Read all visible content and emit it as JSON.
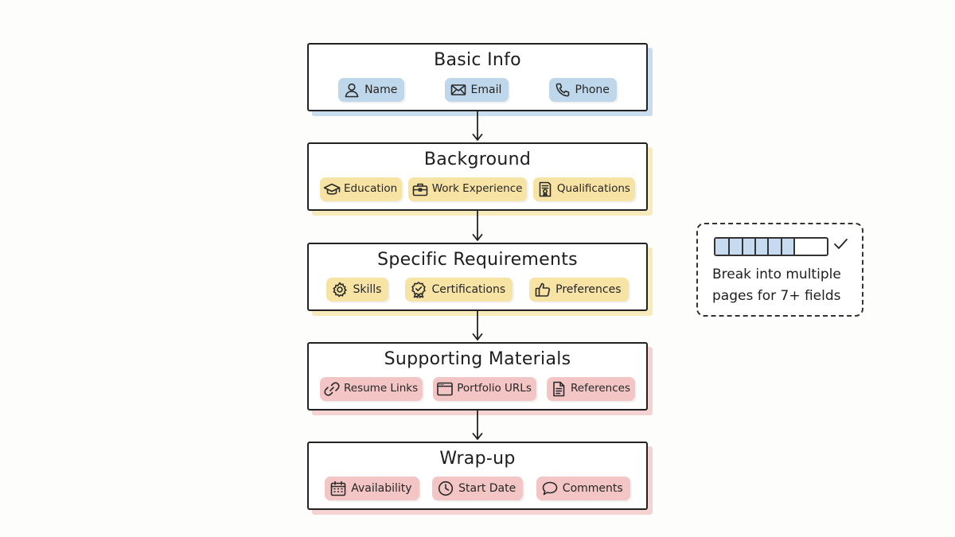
{
  "colors": {
    "blue_chip": "#bfd7ea",
    "blue_shadow": "#c9ddee",
    "yellow_chip": "#f7e3a4",
    "yellow_shadow": "#f8ebbb",
    "red_chip": "#f3c6c5",
    "red_shadow": "#f5d3d2",
    "outline": "#222222"
  },
  "sections": [
    {
      "title": "Basic Info",
      "color": "blue",
      "chips": [
        {
          "label": "Name",
          "icon": "user-icon"
        },
        {
          "label": "Email",
          "icon": "envelope-icon"
        },
        {
          "label": "Phone",
          "icon": "phone-icon"
        }
      ]
    },
    {
      "title": "Background",
      "color": "yellow",
      "chips": [
        {
          "label": "Education",
          "icon": "graduation-cap-icon"
        },
        {
          "label": "Work Experience",
          "icon": "briefcase-icon"
        },
        {
          "label": "Qualifications",
          "icon": "certificate-icon"
        }
      ]
    },
    {
      "title": "Specific Requirements",
      "color": "yellow",
      "chips": [
        {
          "label": "Skills",
          "icon": "gear-icon"
        },
        {
          "label": "Certifications",
          "icon": "badge-icon"
        },
        {
          "label": "Preferences",
          "icon": "thumbs-up-icon"
        }
      ]
    },
    {
      "title": "Supporting Materials",
      "color": "red",
      "chips": [
        {
          "label": "Resume Links",
          "icon": "link-icon"
        },
        {
          "label": "Portfolio URLs",
          "icon": "browser-icon"
        },
        {
          "label": "References",
          "icon": "document-icon"
        }
      ]
    },
    {
      "title": "Wrap-up",
      "color": "red",
      "chips": [
        {
          "label": "Availability",
          "icon": "calendar-icon"
        },
        {
          "label": "Start Date",
          "icon": "clock-icon"
        },
        {
          "label": "Comments",
          "icon": "speech-bubble-icon"
        }
      ]
    }
  ],
  "note": {
    "line1": "Break into multiple",
    "line2": "pages for 7+ fields",
    "progress_fraction": 0.72,
    "progress_segments": 6,
    "check_icon": "checkmark-icon"
  }
}
